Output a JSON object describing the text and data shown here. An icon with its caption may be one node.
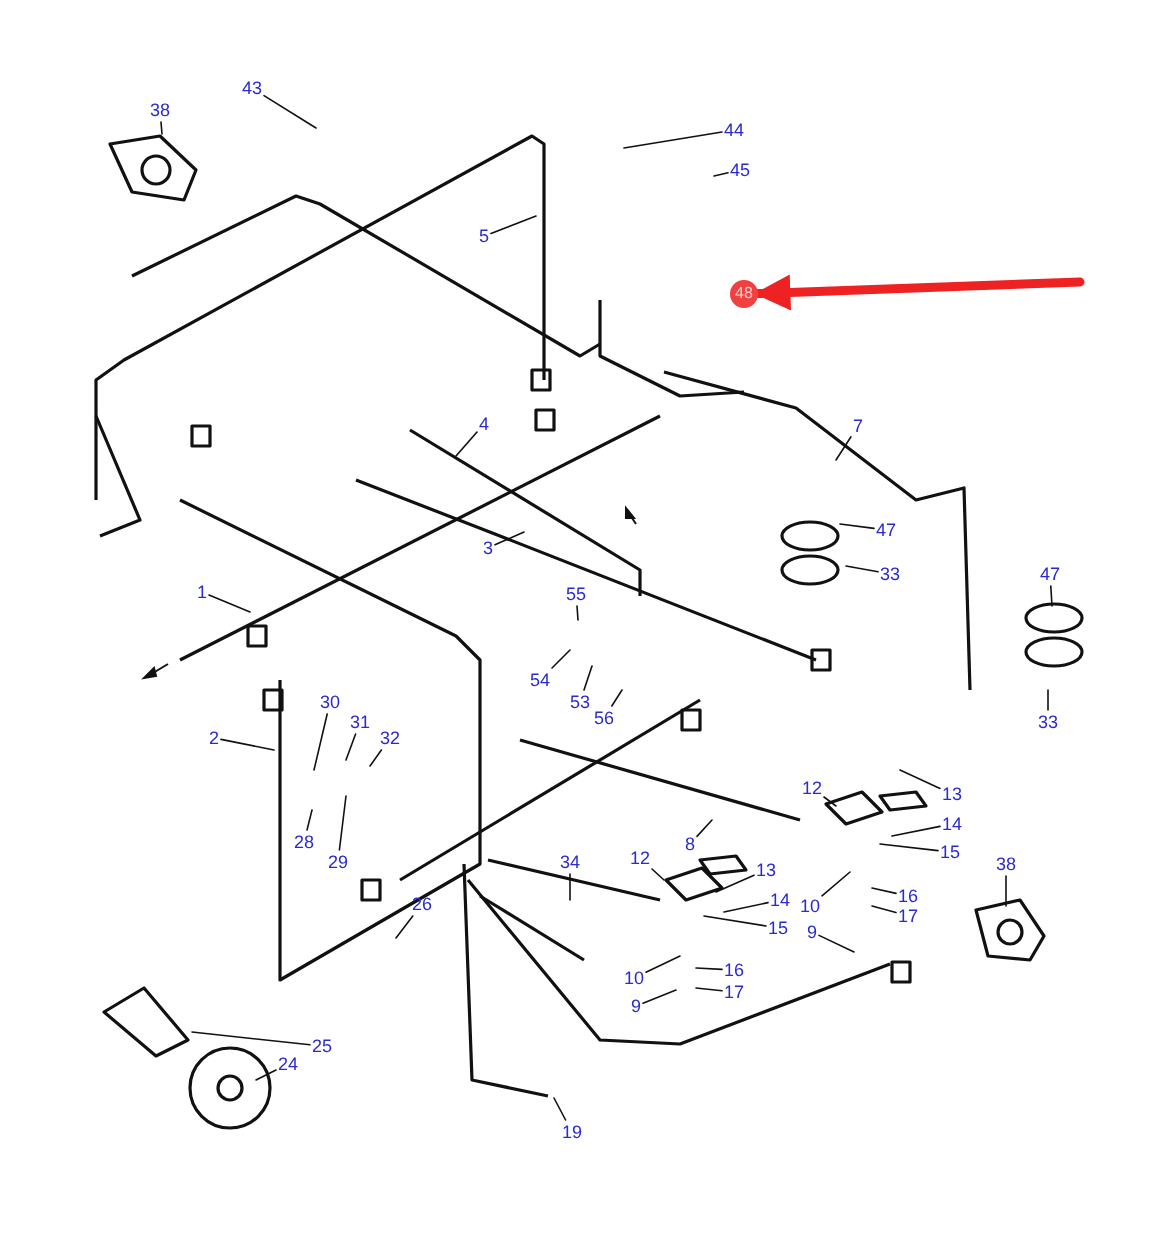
{
  "diagram": {
    "nodes": [
      {
        "text": [
          "43"
        ]
      },
      {
        "text": [
          "38"
        ]
      },
      {
        "text": [
          "44"
        ]
      },
      {
        "text": [
          "45"
        ]
      },
      {
        "text": [
          "5"
        ]
      },
      {
        "text": [
          "48"
        ]
      },
      {
        "text": [
          "4"
        ]
      },
      {
        "text": [
          "7"
        ]
      },
      {
        "text": [
          "47"
        ]
      },
      {
        "text": [
          "3"
        ]
      },
      {
        "text": [
          "33"
        ]
      },
      {
        "text": [
          "47"
        ]
      },
      {
        "text": [
          "1"
        ]
      },
      {
        "text": [
          "55"
        ]
      },
      {
        "text": [
          "54"
        ]
      },
      {
        "text": [
          "53"
        ]
      },
      {
        "text": [
          "30"
        ]
      },
      {
        "text": [
          "56"
        ]
      },
      {
        "text": [
          "31"
        ]
      },
      {
        "text": [
          "33"
        ]
      },
      {
        "text": [
          "2"
        ]
      },
      {
        "text": [
          "32"
        ]
      },
      {
        "text": [
          "12"
        ]
      },
      {
        "text": [
          "13"
        ]
      },
      {
        "text": [
          "14"
        ]
      },
      {
        "text": [
          "28"
        ]
      },
      {
        "text": [
          "8"
        ]
      },
      {
        "text": [
          "15"
        ]
      },
      {
        "text": [
          "12"
        ]
      },
      {
        "text": [
          "29"
        ]
      },
      {
        "text": [
          "34"
        ]
      },
      {
        "text": [
          "38"
        ]
      },
      {
        "text": [
          "13"
        ]
      },
      {
        "text": [
          "16"
        ]
      },
      {
        "text": [
          "14"
        ]
      },
      {
        "text": [
          "26"
        ]
      },
      {
        "text": [
          "10"
        ]
      },
      {
        "text": [
          "17"
        ]
      },
      {
        "text": [
          "15"
        ]
      },
      {
        "text": [
          "9"
        ]
      },
      {
        "text": [
          "16"
        ]
      },
      {
        "text": [
          "10"
        ]
      },
      {
        "text": [
          "17"
        ]
      },
      {
        "text": [
          "9"
        ]
      },
      {
        "text": [
          "25"
        ]
      },
      {
        "text": [
          "24"
        ]
      },
      {
        "text": [
          "19"
        ]
      }
    ],
    "edges": [
      {
        "from": 0,
        "to": null,
        "arrow": "none"
      },
      {
        "from": 1,
        "to": null,
        "arrow": "none"
      },
      {
        "from": 2,
        "to": null,
        "arrow": "none"
      },
      {
        "from": 3,
        "to": null,
        "arrow": "none"
      },
      {
        "from": 4,
        "to": null,
        "arrow": "none"
      },
      {
        "from": null,
        "to": 5,
        "arrow": "to",
        "style": "thick",
        "color": "#ee2222"
      },
      {
        "from": 6,
        "to": null,
        "arrow": "none"
      },
      {
        "from": 7,
        "to": null,
        "arrow": "none"
      },
      {
        "from": 8,
        "to": null,
        "arrow": "none"
      },
      {
        "from": 9,
        "to": null,
        "arrow": "none"
      },
      {
        "from": 10,
        "to": null,
        "arrow": "none"
      },
      {
        "from": 11,
        "to": null,
        "arrow": "none"
      },
      {
        "from": 12,
        "to": null,
        "arrow": "none"
      },
      {
        "from": 13,
        "to": null,
        "arrow": "none"
      },
      {
        "from": 14,
        "to": null,
        "arrow": "none"
      },
      {
        "from": 15,
        "to": null,
        "arrow": "none"
      },
      {
        "from": 16,
        "to": null,
        "arrow": "none"
      },
      {
        "from": 17,
        "to": null,
        "arrow": "none"
      },
      {
        "from": 18,
        "to": null,
        "arrow": "none"
      },
      {
        "from": 19,
        "to": null,
        "arrow": "none"
      },
      {
        "from": 20,
        "to": null,
        "arrow": "none"
      },
      {
        "from": 21,
        "to": null,
        "arrow": "none"
      },
      {
        "from": 22,
        "to": null,
        "arrow": "none"
      },
      {
        "from": 23,
        "to": null,
        "arrow": "none"
      },
      {
        "from": 24,
        "to": null,
        "arrow": "none"
      },
      {
        "from": 25,
        "to": null,
        "arrow": "none"
      },
      {
        "from": 26,
        "to": null,
        "arrow": "none"
      },
      {
        "from": 27,
        "to": null,
        "arrow": "none"
      },
      {
        "from": 28,
        "to": null,
        "arrow": "none"
      },
      {
        "from": 29,
        "to": null,
        "arrow": "none"
      },
      {
        "from": 30,
        "to": null,
        "arrow": "none"
      },
      {
        "from": 31,
        "to": null,
        "arrow": "none"
      },
      {
        "from": 32,
        "to": null,
        "arrow": "none"
      },
      {
        "from": 33,
        "to": null,
        "arrow": "none"
      },
      {
        "from": 34,
        "to": null,
        "arrow": "none"
      },
      {
        "from": 35,
        "to": null,
        "arrow": "none"
      },
      {
        "from": 36,
        "to": null,
        "arrow": "none"
      },
      {
        "from": 37,
        "to": null,
        "arrow": "none"
      },
      {
        "from": 38,
        "to": null,
        "arrow": "none"
      },
      {
        "from": 39,
        "to": null,
        "arrow": "none"
      },
      {
        "from": 40,
        "to": null,
        "arrow": "none"
      },
      {
        "from": 41,
        "to": null,
        "arrow": "none"
      },
      {
        "from": 42,
        "to": null,
        "arrow": "none"
      },
      {
        "from": 43,
        "to": null,
        "arrow": "none"
      },
      {
        "from": 44,
        "to": null,
        "arrow": "none"
      },
      {
        "from": 45,
        "to": null,
        "arrow": "none"
      },
      {
        "from": 46,
        "to": null,
        "arrow": "none"
      }
    ]
  }
}
